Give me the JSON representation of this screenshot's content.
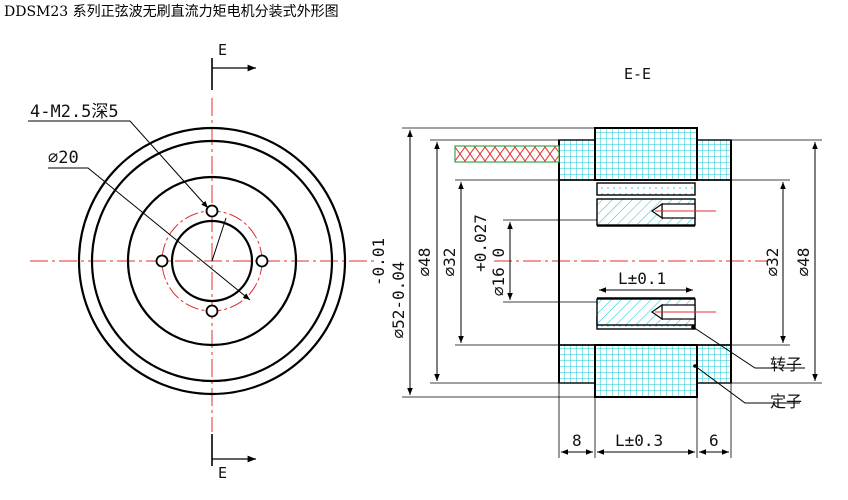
{
  "title": "DDSM23 系列正弦波无刷直流力矩电机分装式外形图",
  "front_view": {
    "section_mark_top": "E",
    "section_mark_bottom": "E",
    "hole_callout": "4-M2.5深5",
    "bolt_circle_dia": "⌀20"
  },
  "section_view": {
    "title": "E-E",
    "dim_outer_left": "⌀52-0.04",
    "dim_outer_tol": "-0.01",
    "dim_48_left": "⌀48",
    "dim_32_left": "⌀32",
    "dim_bore_tol": "+0.027",
    "dim_bore": "⌀16 0",
    "dim_rotor_len": "L±0.1",
    "dim_32_right": "⌀32",
    "dim_48_right": "⌀48",
    "label_rotor": "转子",
    "label_stator": "定子",
    "dim_bottom_left": "8",
    "dim_bottom_mid": "L±0.3",
    "dim_bottom_right": "6"
  },
  "colors": {
    "outline": "#000000",
    "centerline": "#e0302e",
    "cyan_hatch": "#17c4d3",
    "green_hatch": "#3aa84a"
  }
}
